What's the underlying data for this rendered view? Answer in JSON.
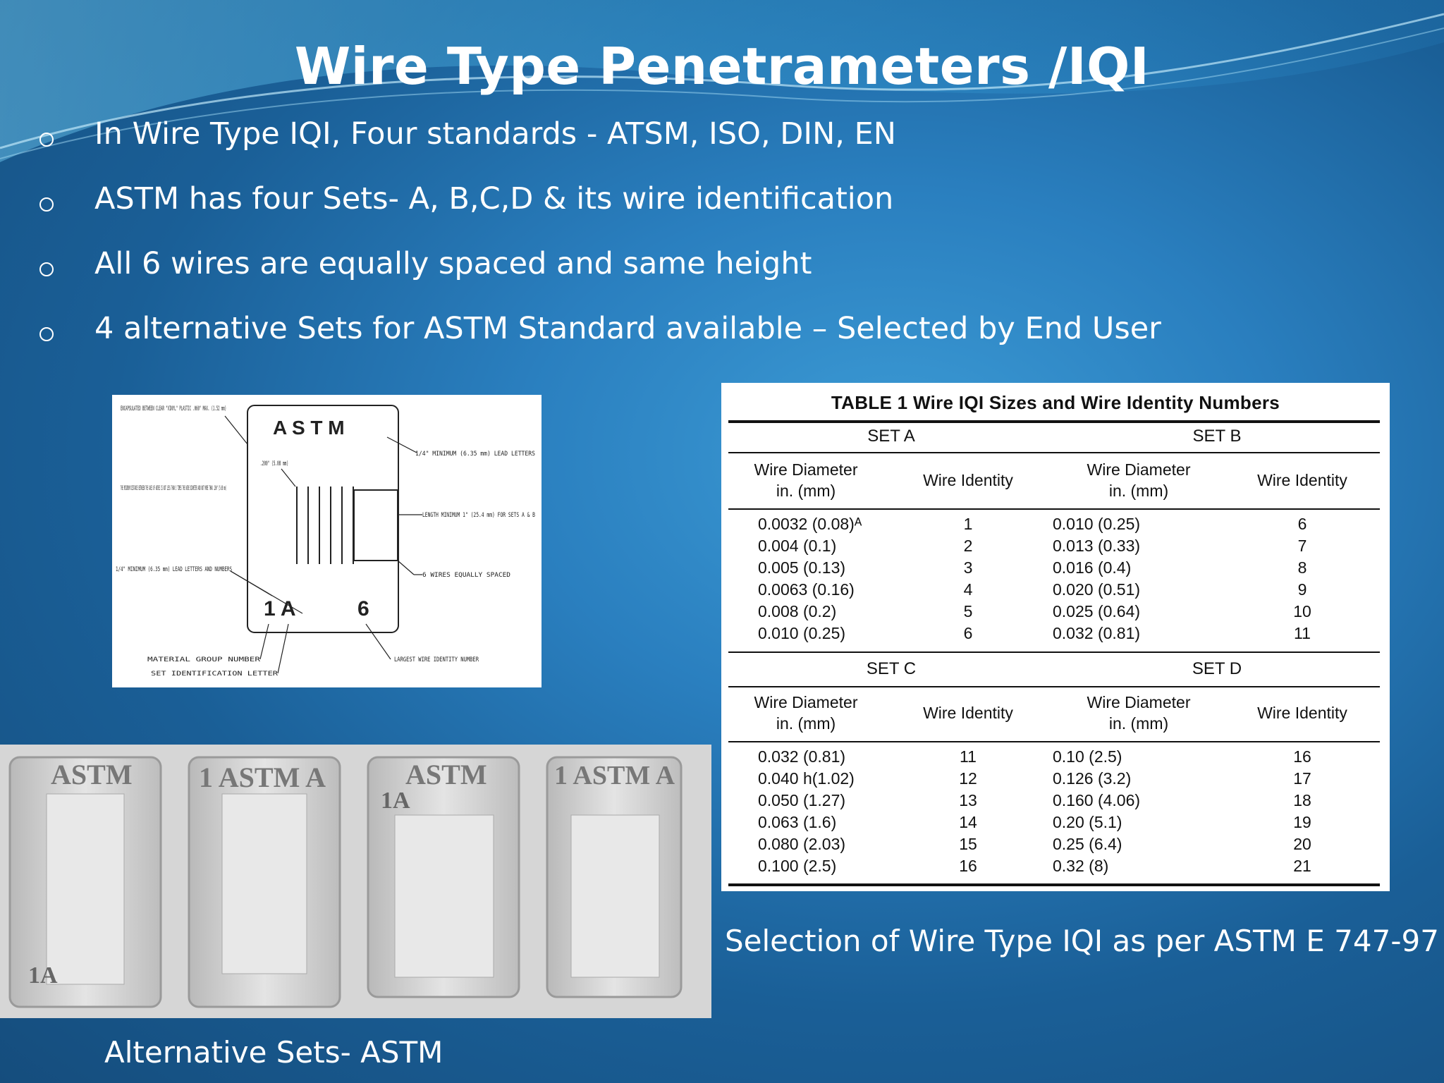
{
  "slide": {
    "title": "Wire Type Penetrameters /IQI",
    "bullets": [
      "In Wire Type IQI,  Four standards - ATSM, ISO, DIN, EN",
      "ASTM has four Sets- A, B,C,D & its wire identification",
      "All  6 wires are equally spaced and same height",
      "4  alternative Sets for ASTM Standard available – Selected by End User"
    ],
    "caption_table": "Selection of Wire Type IQI as per ASTM E 747-97",
    "caption_photo": "Alternative Sets- ASTM"
  },
  "diagram": {
    "label_astm": "A S T M",
    "label_set": "1  A",
    "label_largest": "6",
    "note_encapsulated": "ENCAPSULATED BETWEEN CLEAR \"VINYL\" PLASTIC .060\" MAX. (1.52 mm)",
    "note_min_distance": "THE MINIMUM DISTANCE BETWEEN THE AXES OF WIRES IS NOT LESS THAN 3 TIMES THE WIRE DIAMETER AND NOT MORE THAN .200\" (5.08 mm)",
    "note_lead_letters": "1/4\" MINIMUM (6.35 mm) LEAD LETTERS",
    "note_lead_letters_numbers": "1/4\" MINIMUM (6.35 mm) LEAD LETTERS AND NUMBERS",
    "note_length": "LENGTH MINIMUM 1\" (25.4 mm) FOR SETS A & B",
    "note_wires_spaced": "6 WIRES EQUALLY SPACED",
    "note_material_group": "MATERIAL GROUP NUMBER",
    "note_set_letter": "SET IDENTIFICATION LETTER",
    "note_largest_wire": "LARGEST WIRE IDENTITY NUMBER",
    "note_dim": ".200\" (5.08 mm)"
  },
  "photo": {
    "plaques": [
      {
        "text": "ASTM",
        "side": "1A"
      },
      {
        "text": "1 ASTM A",
        "side": ""
      },
      {
        "text": "ASTM",
        "side": "1A"
      },
      {
        "text": "1 ASTM A",
        "side": ""
      }
    ]
  },
  "table": {
    "title": "TABLE 1  Wire IQI Sizes and Wire Identity Numbers",
    "col_diameter": "Wire Diameter",
    "col_diameter_unit": "in. (mm)",
    "col_identity": "Wire Identity",
    "sets_top": [
      "SET A",
      "SET B"
    ],
    "sets_bottom": [
      "SET C",
      "SET D"
    ],
    "rows_top": [
      [
        "0.0032  (0.08)ᴬ",
        "1",
        "0.010  (0.25)",
        "6"
      ],
      [
        "0.004  (0.1)",
        "2",
        "0.013  (0.33)",
        "7"
      ],
      [
        "0.005  (0.13)",
        "3",
        "0.016  (0.4)",
        "8"
      ],
      [
        "0.0063  (0.16)",
        "4",
        "0.020  (0.51)",
        "9"
      ],
      [
        "0.008  (0.2)",
        "5",
        "0.025  (0.64)",
        "10"
      ],
      [
        "0.010  (0.25)",
        "6",
        "0.032  (0.81)",
        "11"
      ]
    ],
    "rows_bottom": [
      [
        "0.032  (0.81)",
        "11",
        "0.10  (2.5)",
        "16"
      ],
      [
        "0.040  h(1.02)",
        "12",
        "0.126  (3.2)",
        "17"
      ],
      [
        "0.050  (1.27)",
        "13",
        "0.160  (4.06)",
        "18"
      ],
      [
        "0.063  (1.6)",
        "14",
        "0.20  (5.1)",
        "19"
      ],
      [
        "0.080  (2.03)",
        "15",
        "0.25  (6.4)",
        "20"
      ],
      [
        "0.100  (2.5)",
        "16",
        "0.32  (8)",
        "21"
      ]
    ]
  }
}
